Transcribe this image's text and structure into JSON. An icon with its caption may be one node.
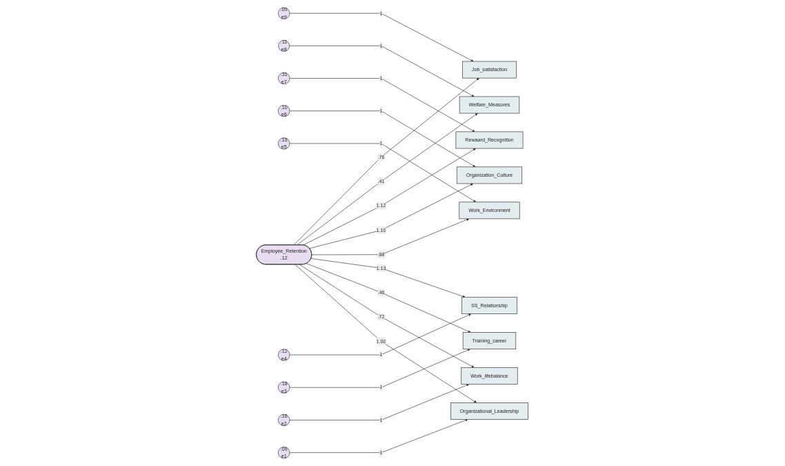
{
  "diagram": {
    "nodes": [
      {
        "text": [
          ".09",
          "e9"
        ]
      },
      {
        "text": [
          "Job_satisfaction"
        ]
      },
      {
        "text": [
          ".11",
          "e8"
        ]
      },
      {
        "text": [
          "Welfare_Measures"
        ]
      },
      {
        "text": [
          ".31",
          "e7"
        ]
      },
      {
        "text": [
          "Rewaard_Recognition"
        ]
      },
      {
        "text": [
          ".10",
          "e6"
        ]
      },
      {
        "text": [
          "Organization_Culture"
        ]
      },
      {
        "text": [
          ".15",
          "e5"
        ]
      },
      {
        "text": [
          "Work_Environment"
        ]
      },
      {
        "text": [
          ".12",
          "e4"
        ]
      },
      {
        "text": [
          "SS_Relationship"
        ]
      },
      {
        "text": [
          ".18",
          "e3"
        ]
      },
      {
        "text": [
          "Training_career"
        ]
      },
      {
        "text": [
          ".16",
          "e2"
        ]
      },
      {
        "text": [
          "Work_lifebalance"
        ]
      },
      {
        "text": [
          ".09",
          "e1"
        ]
      },
      {
        "text": [
          "Organizational_Leadership"
        ]
      },
      {
        "text": [
          "Employee_Retention",
          ".12"
        ]
      }
    ],
    "edges": [
      {
        "from": 0,
        "to": 1,
        "arrow": "to",
        "label": "1"
      },
      {
        "from": 2,
        "to": 3,
        "arrow": "to",
        "label": "1"
      },
      {
        "from": 4,
        "to": 5,
        "arrow": "to",
        "label": "1"
      },
      {
        "from": 6,
        "to": 7,
        "arrow": "to",
        "label": "1"
      },
      {
        "from": 8,
        "to": 9,
        "arrow": "to",
        "label": "1"
      },
      {
        "from": 10,
        "to": 11,
        "arrow": "to",
        "label": "1"
      },
      {
        "from": 12,
        "to": 13,
        "arrow": "to",
        "label": "1"
      },
      {
        "from": 14,
        "to": 15,
        "arrow": "to",
        "label": "1"
      },
      {
        "from": 16,
        "to": 17,
        "arrow": "to",
        "label": "1"
      },
      {
        "from": 18,
        "to": 1,
        "arrow": "to",
        "label": ".76"
      },
      {
        "from": 18,
        "to": 3,
        "arrow": "to",
        "label": ".41"
      },
      {
        "from": 18,
        "to": 5,
        "arrow": "to",
        "label": "1.12"
      },
      {
        "from": 18,
        "to": 7,
        "arrow": "to",
        "label": "1.10"
      },
      {
        "from": 18,
        "to": 9,
        "arrow": "to",
        "label": ".88"
      },
      {
        "from": 18,
        "to": 11,
        "arrow": "to",
        "label": "1.13"
      },
      {
        "from": 18,
        "to": 13,
        "arrow": "to",
        "label": ".46"
      },
      {
        "from": 18,
        "to": 15,
        "arrow": "to",
        "label": ".72"
      },
      {
        "from": 18,
        "to": 17,
        "arrow": "to",
        "label": "1.00"
      }
    ]
  }
}
